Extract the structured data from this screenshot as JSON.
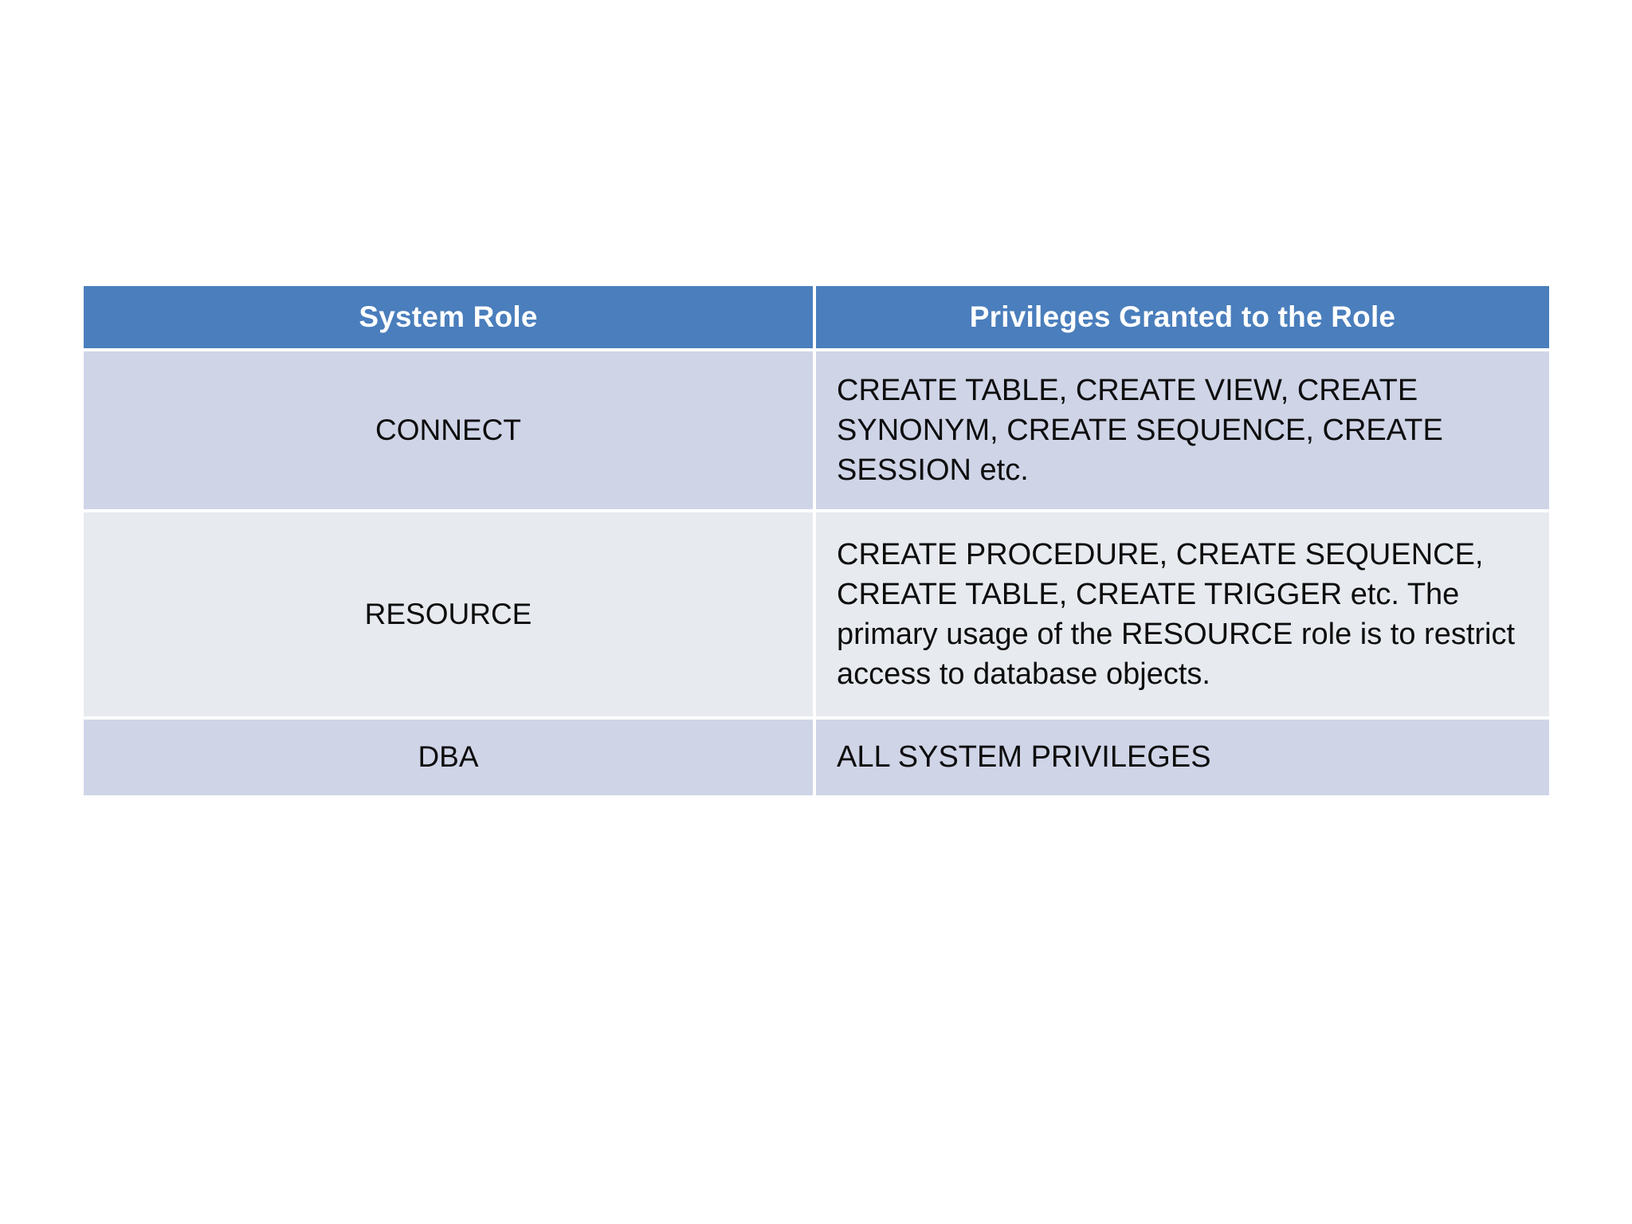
{
  "table": {
    "title": "",
    "colors": {
      "header_background": "#4A7EBC",
      "header_text": "#FFFFFF",
      "row_odd_background": "#CFD4E7",
      "row_even_background": "#E7EAEF",
      "body_text": "#0D0D0D",
      "gridline": "#FFFFFF",
      "page_background": "#FFFFFF"
    },
    "columns": [
      {
        "key": "role",
        "header": "System Role"
      },
      {
        "key": "privileges",
        "header": "Privileges Granted to the Role"
      }
    ],
    "rows": [
      {
        "role": "CONNECT",
        "privileges": "CREATE TABLE, CREATE VIEW, CREATE SYNONYM, CREATE SEQUENCE, CREATE SESSION etc."
      },
      {
        "role": "RESOURCE",
        "privileges": "CREATE PROCEDURE, CREATE SEQUENCE, CREATE TABLE, CREATE TRIGGER etc. The primary usage of the RESOURCE role is to restrict access to database objects."
      },
      {
        "role": "DBA",
        "privileges": "ALL SYSTEM PRIVILEGES"
      }
    ]
  }
}
